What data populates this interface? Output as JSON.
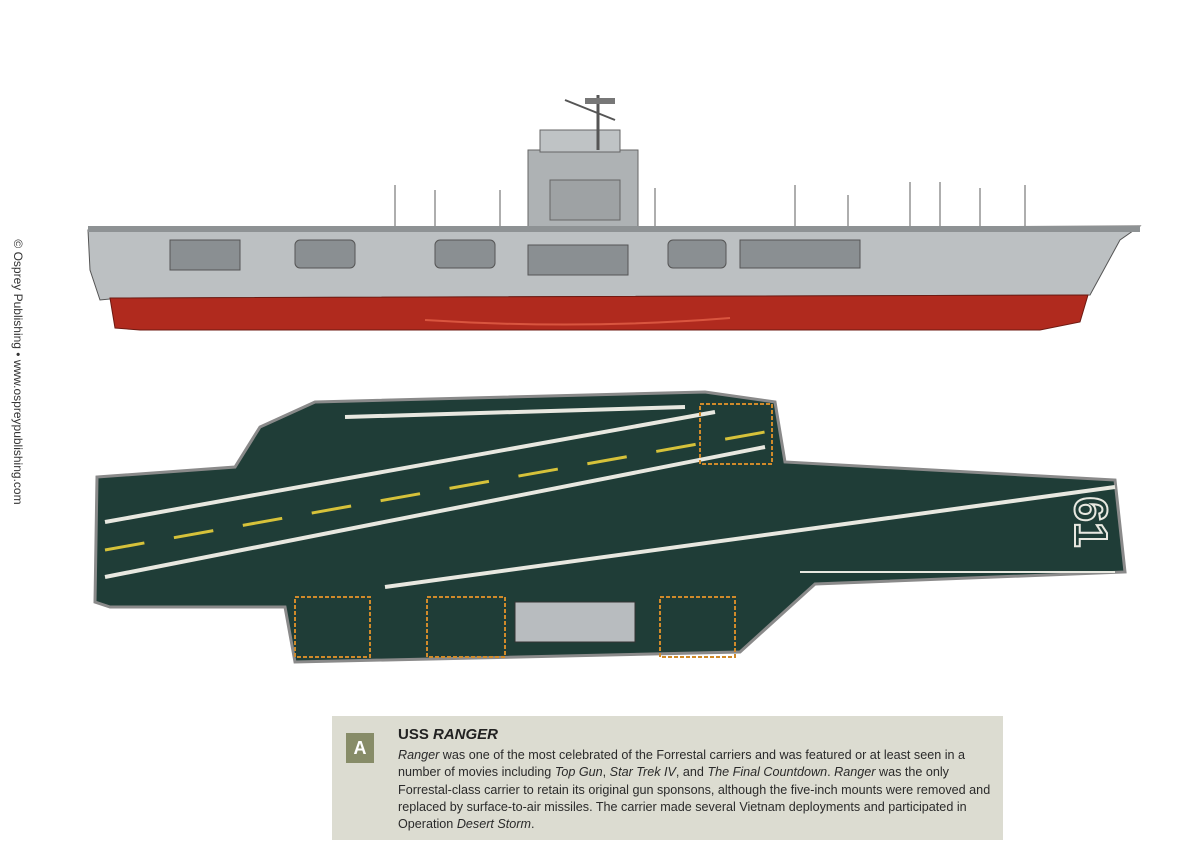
{
  "copyright": "© Osprey Publishing • www.ospreypublishing.com",
  "illustrations": {
    "profile_view": "ship-side-profile",
    "plan_view": "ship-flight-deck-plan",
    "deck_number": "61",
    "colors": {
      "hull_gray": "#b8bcbf",
      "hull_red": "#b02a1e",
      "deck_green": "#1f3d37",
      "deck_lines": "#e8e8e0",
      "center_line": "#d6c23a",
      "elevator_outline": "#d08a2a"
    }
  },
  "caption": {
    "badge": "A",
    "title_prefix": "USS ",
    "title_italic": "RANGER",
    "segments": [
      {
        "text": "Ranger",
        "italic": true
      },
      {
        "text": " was one of the most celebrated of the Forrestal carriers and was featured or at least seen in a number of movies including ",
        "italic": false
      },
      {
        "text": "Top Gun",
        "italic": true
      },
      {
        "text": ", ",
        "italic": false
      },
      {
        "text": "Star Trek IV",
        "italic": true
      },
      {
        "text": ", and ",
        "italic": false
      },
      {
        "text": "The Final Countdown",
        "italic": true
      },
      {
        "text": ". ",
        "italic": false
      },
      {
        "text": "Ranger",
        "italic": true
      },
      {
        "text": " was the only Forrestal-class carrier to retain its original gun sponsons, although the five-inch mounts were removed and replaced by surface-to-air missiles. The carrier made several Vietnam deployments and participated in Operation ",
        "italic": false
      },
      {
        "text": "Desert Storm",
        "italic": true
      },
      {
        "text": ".",
        "italic": false
      }
    ]
  }
}
